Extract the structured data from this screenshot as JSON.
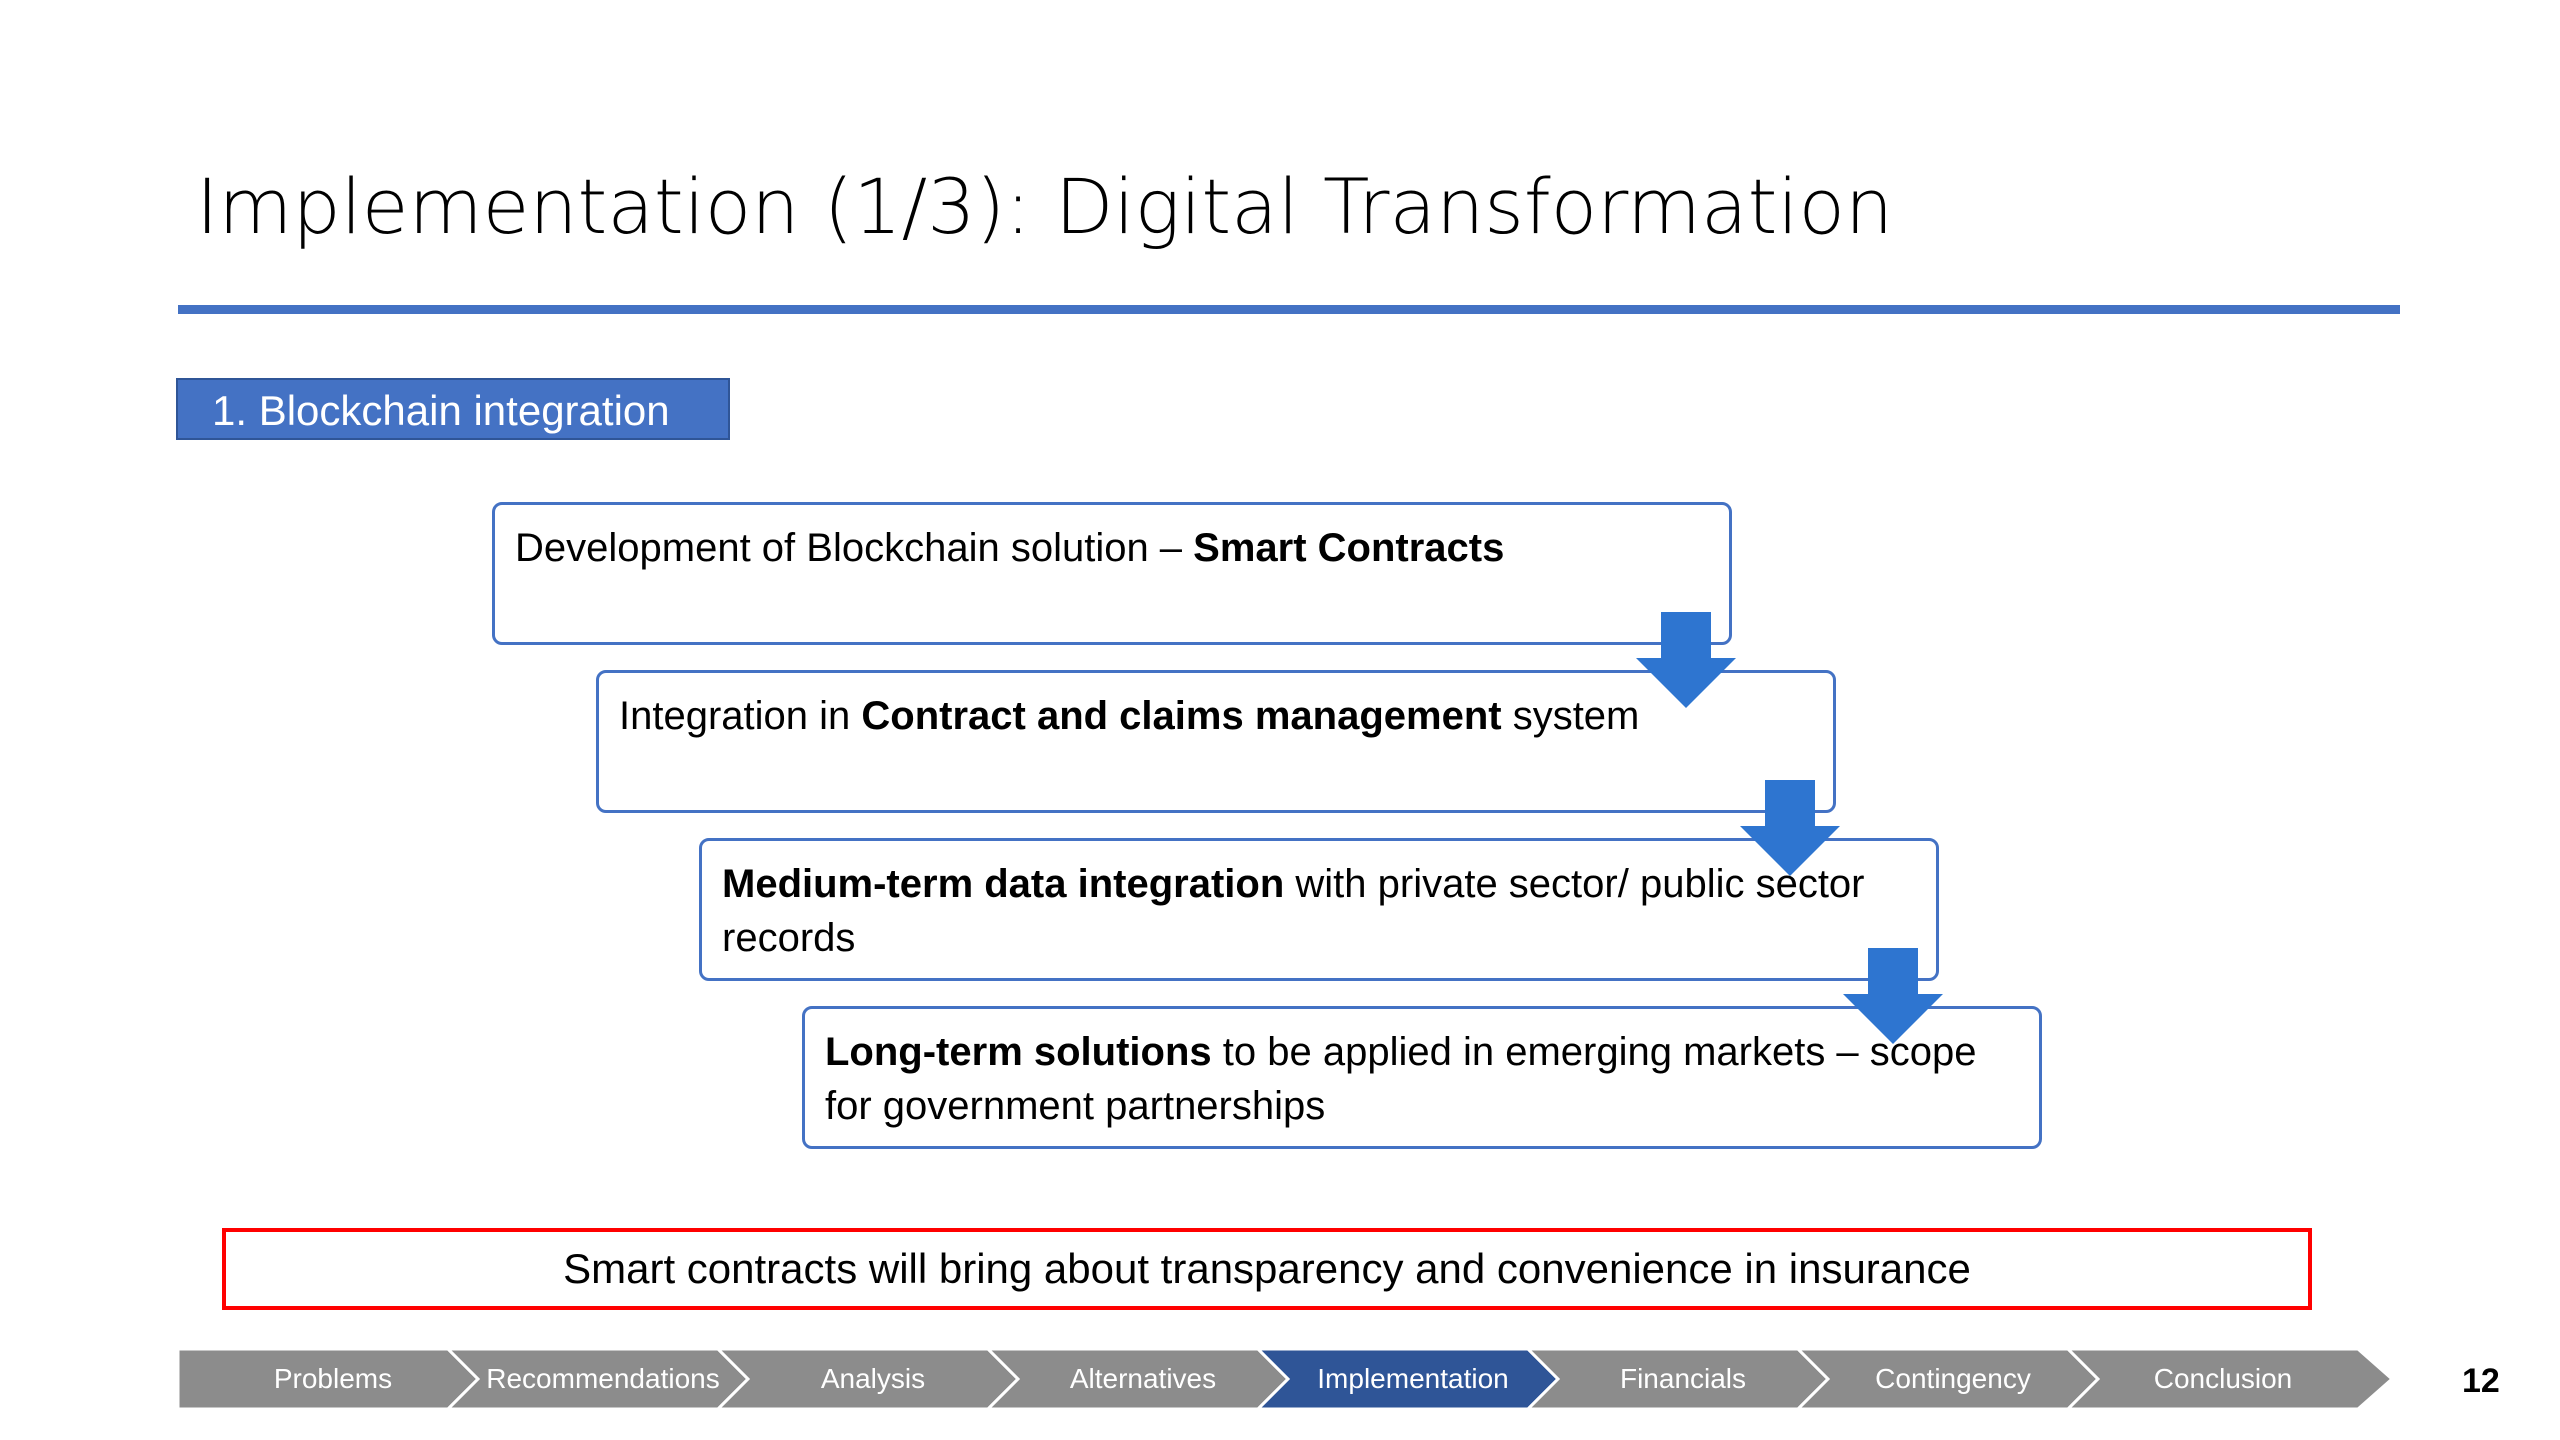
{
  "slide": {
    "title": "Implementation (1/3): Digital Transformation",
    "section_label": "1. Blockchain integration",
    "steps": [
      {
        "pre": "Development of Blockchain solution – ",
        "bold": "Smart Contracts",
        "post": "",
        "bold_first": false
      },
      {
        "pre": "Integration in ",
        "bold": "Contract and claims management",
        "post": " system",
        "bold_first": false
      },
      {
        "pre": "",
        "bold": "Medium-term data integration",
        "post": " with private sector/ public sector records",
        "bold_first": true
      },
      {
        "pre": "",
        "bold": "Long-term solutions",
        "post": " to be applied in emerging markets – scope for government partnerships",
        "bold_first": true
      }
    ],
    "conclusion": "Smart contracts will bring about transparency and convenience in insurance",
    "page_number": "12"
  },
  "nav": {
    "items": [
      "Problems",
      "Recommendations",
      "Analysis",
      "Alternatives",
      "Implementation",
      "Financials",
      "Contingency",
      "Conclusion"
    ],
    "active_index": 4
  },
  "colors": {
    "accent": "#4472c4",
    "arrow": "#2e75d0",
    "conclusion_border": "#ff0000",
    "nav_inactive": "#8c8c8c",
    "nav_active": "#2f5597"
  }
}
